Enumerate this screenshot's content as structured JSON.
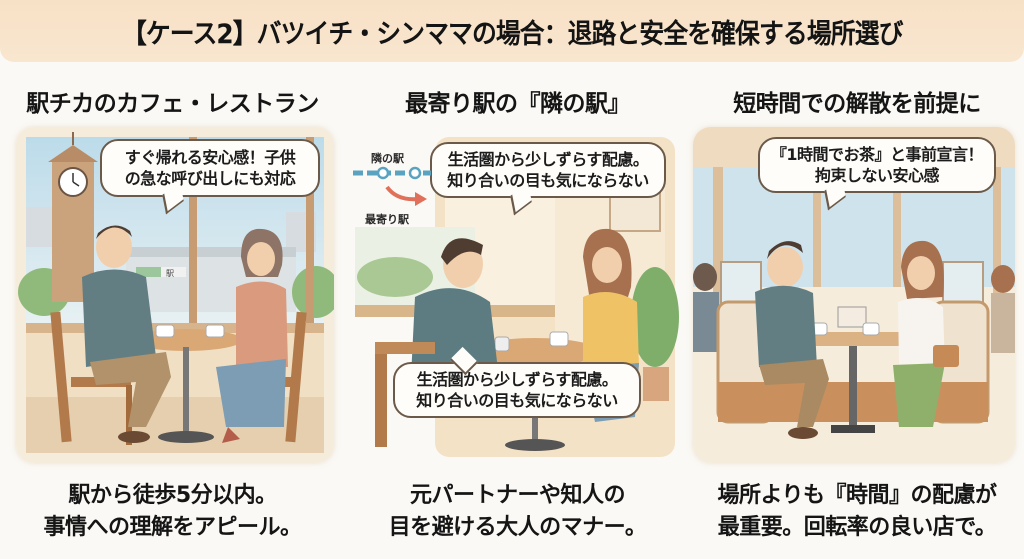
{
  "header": {
    "title": "【ケース2】バツイチ・シンママの場合：退路と安全を確保する場所選び",
    "background_color": "#f7e1c6"
  },
  "columns": [
    {
      "title": "駅チカのカフェ・レストラン",
      "bubble": {
        "lines": [
          "すぐ帰れる安心感！子供",
          "の急な呼び出しにも対応"
        ]
      },
      "station_sign": "駅",
      "footer": [
        "駅から徒歩5分以内。",
        "事情への理解をアピール。"
      ]
    },
    {
      "title": "最寄り駅の『隣の駅』",
      "route_map": {
        "top_label": "隣の駅",
        "bottom_label": "最寄り駅",
        "line_color": "#5aa3c0",
        "arrow_color": "#e0705a"
      },
      "bubble_top": {
        "lines": [
          "生活圏から少しずらす配慮。",
          "知り合いの目も気にならない"
        ]
      },
      "bubble_bottom": {
        "lines": [
          "生活圏から少しずらす配慮。",
          "知り合いの目も気にならない"
        ]
      },
      "footer": [
        "元パートナーや知人の",
        "目を避ける大人のマナー。"
      ]
    },
    {
      "title": "短時間での解散を前提に",
      "bubble": {
        "lines": [
          "『1時間でお茶』と事前宣言！",
          "拘束しない安心感"
        ]
      },
      "footer": [
        "場所よりも『時間』の配慮が",
        "最重要。回転率の良い店で。"
      ]
    }
  ]
}
